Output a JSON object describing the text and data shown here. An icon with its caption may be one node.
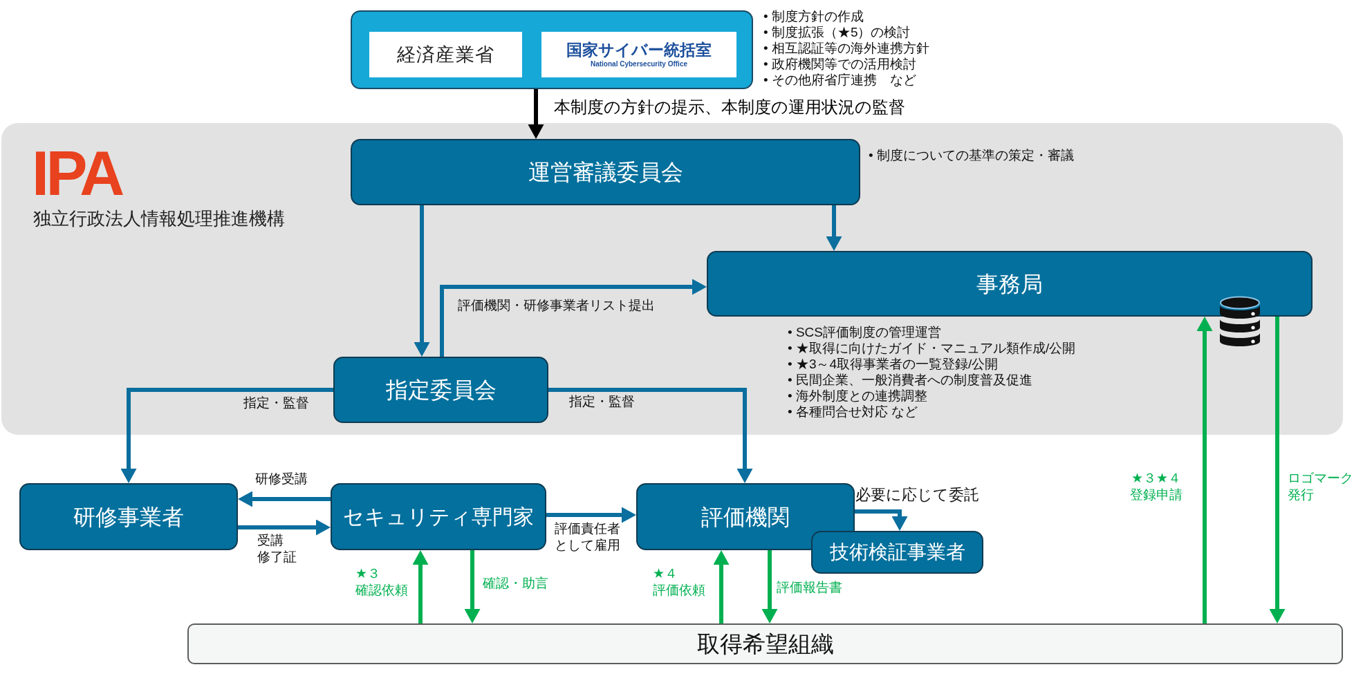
{
  "diagram": {
    "nodes": [
      {
        "text": [],
        "shape": "box",
        "beside": [
          "• 制度方針の作成",
          "• 制度拡張（★5）の検討",
          "• 相互認証等の海外連携方針",
          "• 政府機関等での活用検討",
          "• その他府省庁連携　など"
        ]
      },
      {
        "text": [
          "経済産業省"
        ],
        "in": 0
      },
      {
        "text": [
          "国家サイバー統括室",
          "National Cybersecurity Office"
        ],
        "in": 0
      },
      {
        "text": [
          "IPA",
          "独立行政法人情報処理推進機構"
        ]
      },
      {
        "text": [
          "運営審議委員会"
        ],
        "in": 3,
        "beside": [
          "• 制度についての基準の策定・審議"
        ]
      },
      {
        "text": [
          "事務局"
        ],
        "in": 3,
        "beside": [
          "• SCS評価制度の管理運営",
          "• ★取得に向けたガイド・マニュアル類作成/公開",
          "• ★3～4取得事業者の一覧登録/公開",
          "• 民間企業、一般消費者への制度普及促進",
          "• 海外制度との連携調整",
          "• 各種問合せ対応 など"
        ]
      },
      {
        "text": [
          "指定委員会"
        ],
        "in": 3
      },
      {
        "text": [
          "研修事業者"
        ]
      },
      {
        "text": [
          "セキュリティ専門家"
        ]
      },
      {
        "text": [
          "評価機関"
        ]
      },
      {
        "text": [
          "技術検証事業者"
        ]
      },
      {
        "text": [
          "取得希望組織"
        ]
      }
    ],
    "edges": [
      {
        "from": 0,
        "to": 4,
        "arrow": "to",
        "label": "本制度の方針の提示、本制度の運用状況の監督",
        "color": "#000000"
      },
      {
        "from": 4,
        "to": 6,
        "arrow": "to"
      },
      {
        "from": 4,
        "to": 5,
        "arrow": "to"
      },
      {
        "from": 6,
        "to": 5,
        "arrow": "to",
        "label": "評価機関・研修事業者リスト提出"
      },
      {
        "from": 6,
        "to": 7,
        "arrow": "to",
        "label": "指定・監督"
      },
      {
        "from": 6,
        "to": 9,
        "arrow": "to",
        "label": "指定・監督"
      },
      {
        "from": 8,
        "to": 7,
        "arrow": "to",
        "label": "研修受講"
      },
      {
        "from": 7,
        "to": 8,
        "arrow": "to",
        "label": "受講修了証"
      },
      {
        "from": 8,
        "to": 9,
        "arrow": "to",
        "label": "評価責任者として雇用"
      },
      {
        "from": 9,
        "to": 10,
        "arrow": "to",
        "label": "必要に応じて委託"
      },
      {
        "from": 11,
        "to": 8,
        "arrow": "to",
        "label": "★３確認依頼",
        "color": "#00b050"
      },
      {
        "from": 8,
        "to": 11,
        "arrow": "to",
        "label": "確認・助言",
        "color": "#00b050"
      },
      {
        "from": 11,
        "to": 9,
        "arrow": "to",
        "label": "★４評価依頼",
        "color": "#00b050"
      },
      {
        "from": 9,
        "to": 11,
        "arrow": "to",
        "label": "評価報告書",
        "color": "#00b050"
      },
      {
        "from": 11,
        "to": 5,
        "arrow": "to",
        "label": "★３★４登録申請",
        "color": "#00b050"
      },
      {
        "from": 5,
        "to": 11,
        "arrow": "to",
        "label": "ロゴマーク発行",
        "color": "#00b050"
      }
    ]
  }
}
